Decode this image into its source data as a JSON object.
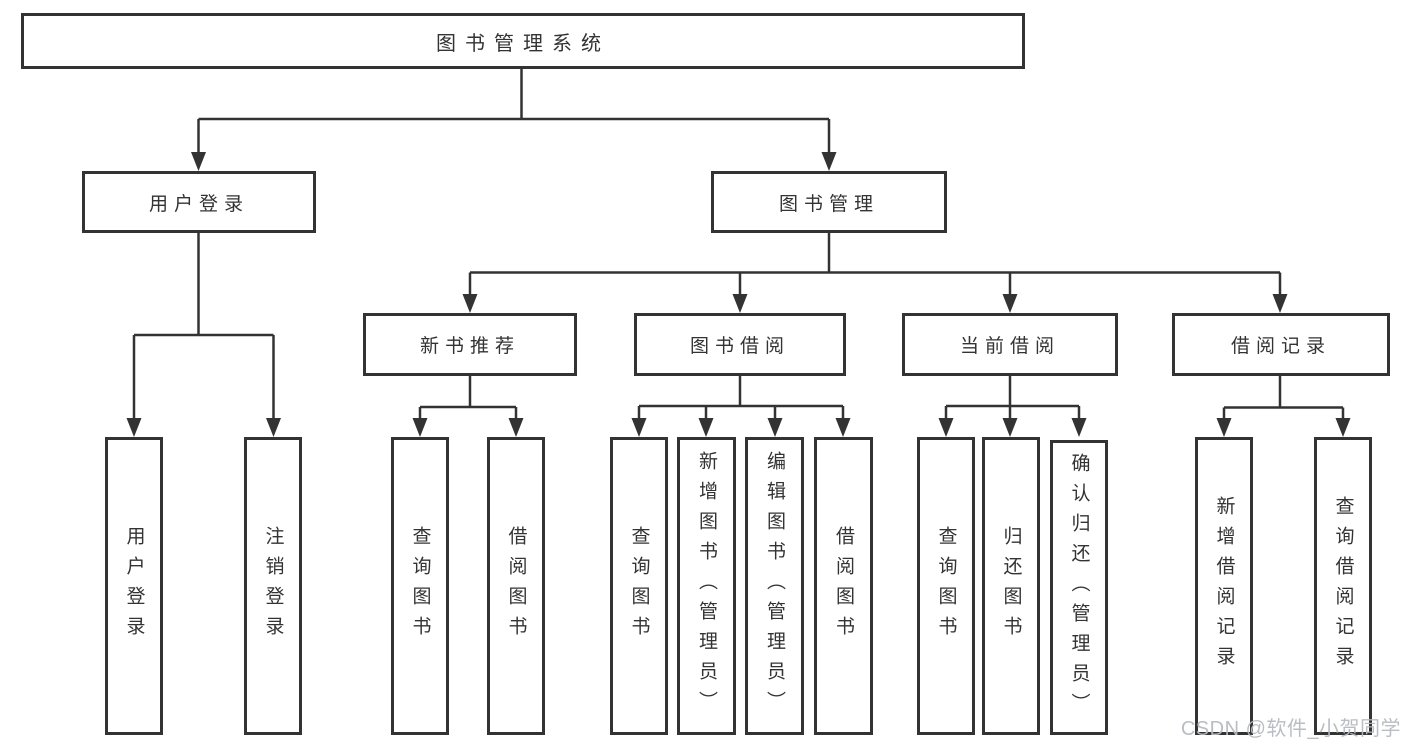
{
  "diagram": {
    "background": "#ffffff",
    "line_color": "#333333",
    "text_color": "#333333",
    "watermark": {
      "text": "CSDN @软件_小贺同学",
      "color": "#b6bac1"
    },
    "root": {
      "label": "图书管理系统"
    },
    "level2": [
      {
        "label": "用户登录",
        "children": [
          "用户登录",
          "注销登录"
        ]
      },
      {
        "label": "图书管理",
        "children": [
          "新书推荐",
          "图书借阅",
          "当前借阅",
          "借阅记录"
        ]
      }
    ],
    "level3": [
      {
        "label": "新书推荐",
        "children": [
          "查询图书",
          "借阅图书"
        ]
      },
      {
        "label": "图书借阅",
        "children": [
          "查询图书",
          "新增图书（管理员）",
          "编辑图书（管理员）",
          "借阅图书"
        ]
      },
      {
        "label": "当前借阅",
        "children": [
          "查询图书",
          "归还图书",
          "确认归还（管理员）"
        ]
      },
      {
        "label": "借阅记录",
        "children": [
          "新增借阅记录",
          "查询借阅记录"
        ]
      }
    ]
  }
}
